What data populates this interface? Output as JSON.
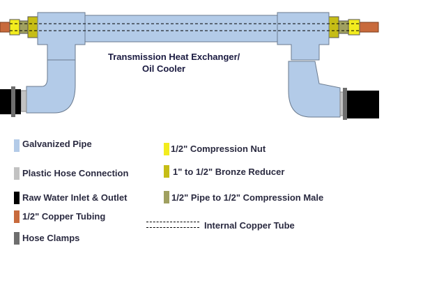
{
  "title": {
    "line1": "Transmission Heat Exchanger/",
    "line2": "Oil Cooler"
  },
  "colors": {
    "galvanized_pipe": "#b3cbe8",
    "pipe_outline": "#6a7a8e",
    "plastic_hose": "#c2c2c2",
    "raw_water": "#000000",
    "copper_tubing": "#c86a3c",
    "hose_clamp": "#6e6e6e",
    "compression_nut": "#f2ec1e",
    "bronze_reducer": "#c6bd16",
    "compression_male": "#a0a060"
  },
  "legend": {
    "galvanized_pipe": "Galvanized Pipe",
    "plastic_hose": "Plastic Hose Connection",
    "raw_water": "Raw Water Inlet & Outlet",
    "copper_tubing": "1/2\" Copper Tubing",
    "hose_clamps": "Hose Clamps",
    "compression_nut": "1/2\"  Compression Nut",
    "bronze_reducer": "1\" to 1/2\" Bronze Reducer",
    "compression_male": "1/2\" Pipe to 1/2\" Compression Male",
    "internal_tube": "Internal Copper Tube"
  }
}
